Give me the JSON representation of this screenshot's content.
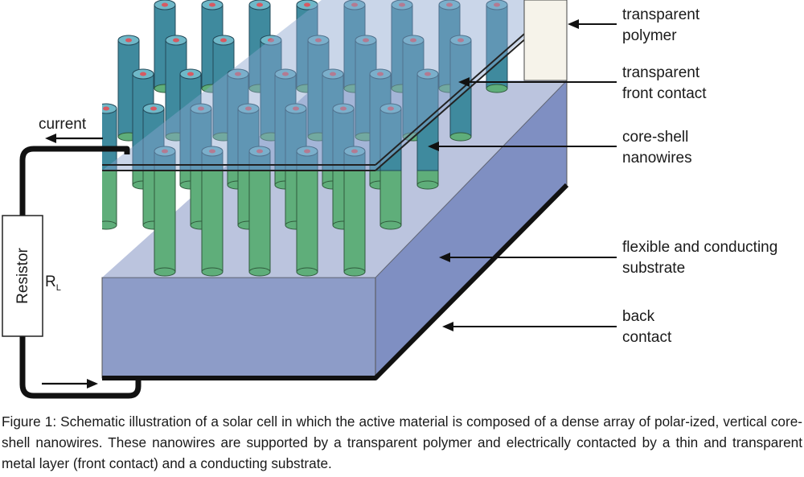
{
  "labels": {
    "transparent_polymer": [
      "transparent",
      "polymer"
    ],
    "front_contact": [
      "transparent",
      "front contact"
    ],
    "nanowires": [
      "core-shell",
      "nanowires"
    ],
    "substrate": [
      "flexible and conducting",
      "substrate"
    ],
    "back_contact": [
      "back",
      "contact"
    ],
    "current": "current",
    "resistor": "Resistor",
    "rl_main": "R",
    "rl_sub": "L"
  },
  "caption": "Figure 1: Schematic illustration of a solar cell in which the active material is composed of a dense array of polar-ized, vertical core-shell nanowires. These nanowires are supported by a transparent polymer and electrically contacted by a thin and transparent metal layer (front contact) and a conducting substrate.",
  "colors": {
    "substrate_front": "#8d9cc8",
    "substrate_side": "#7f8fc2",
    "polymer_fill": "#8aa3cf",
    "nanowire_shell": "#5fae7a",
    "nanowire_top": "#3f8a9e",
    "nanowire_core": "#d65a62",
    "wire": "#111111"
  }
}
